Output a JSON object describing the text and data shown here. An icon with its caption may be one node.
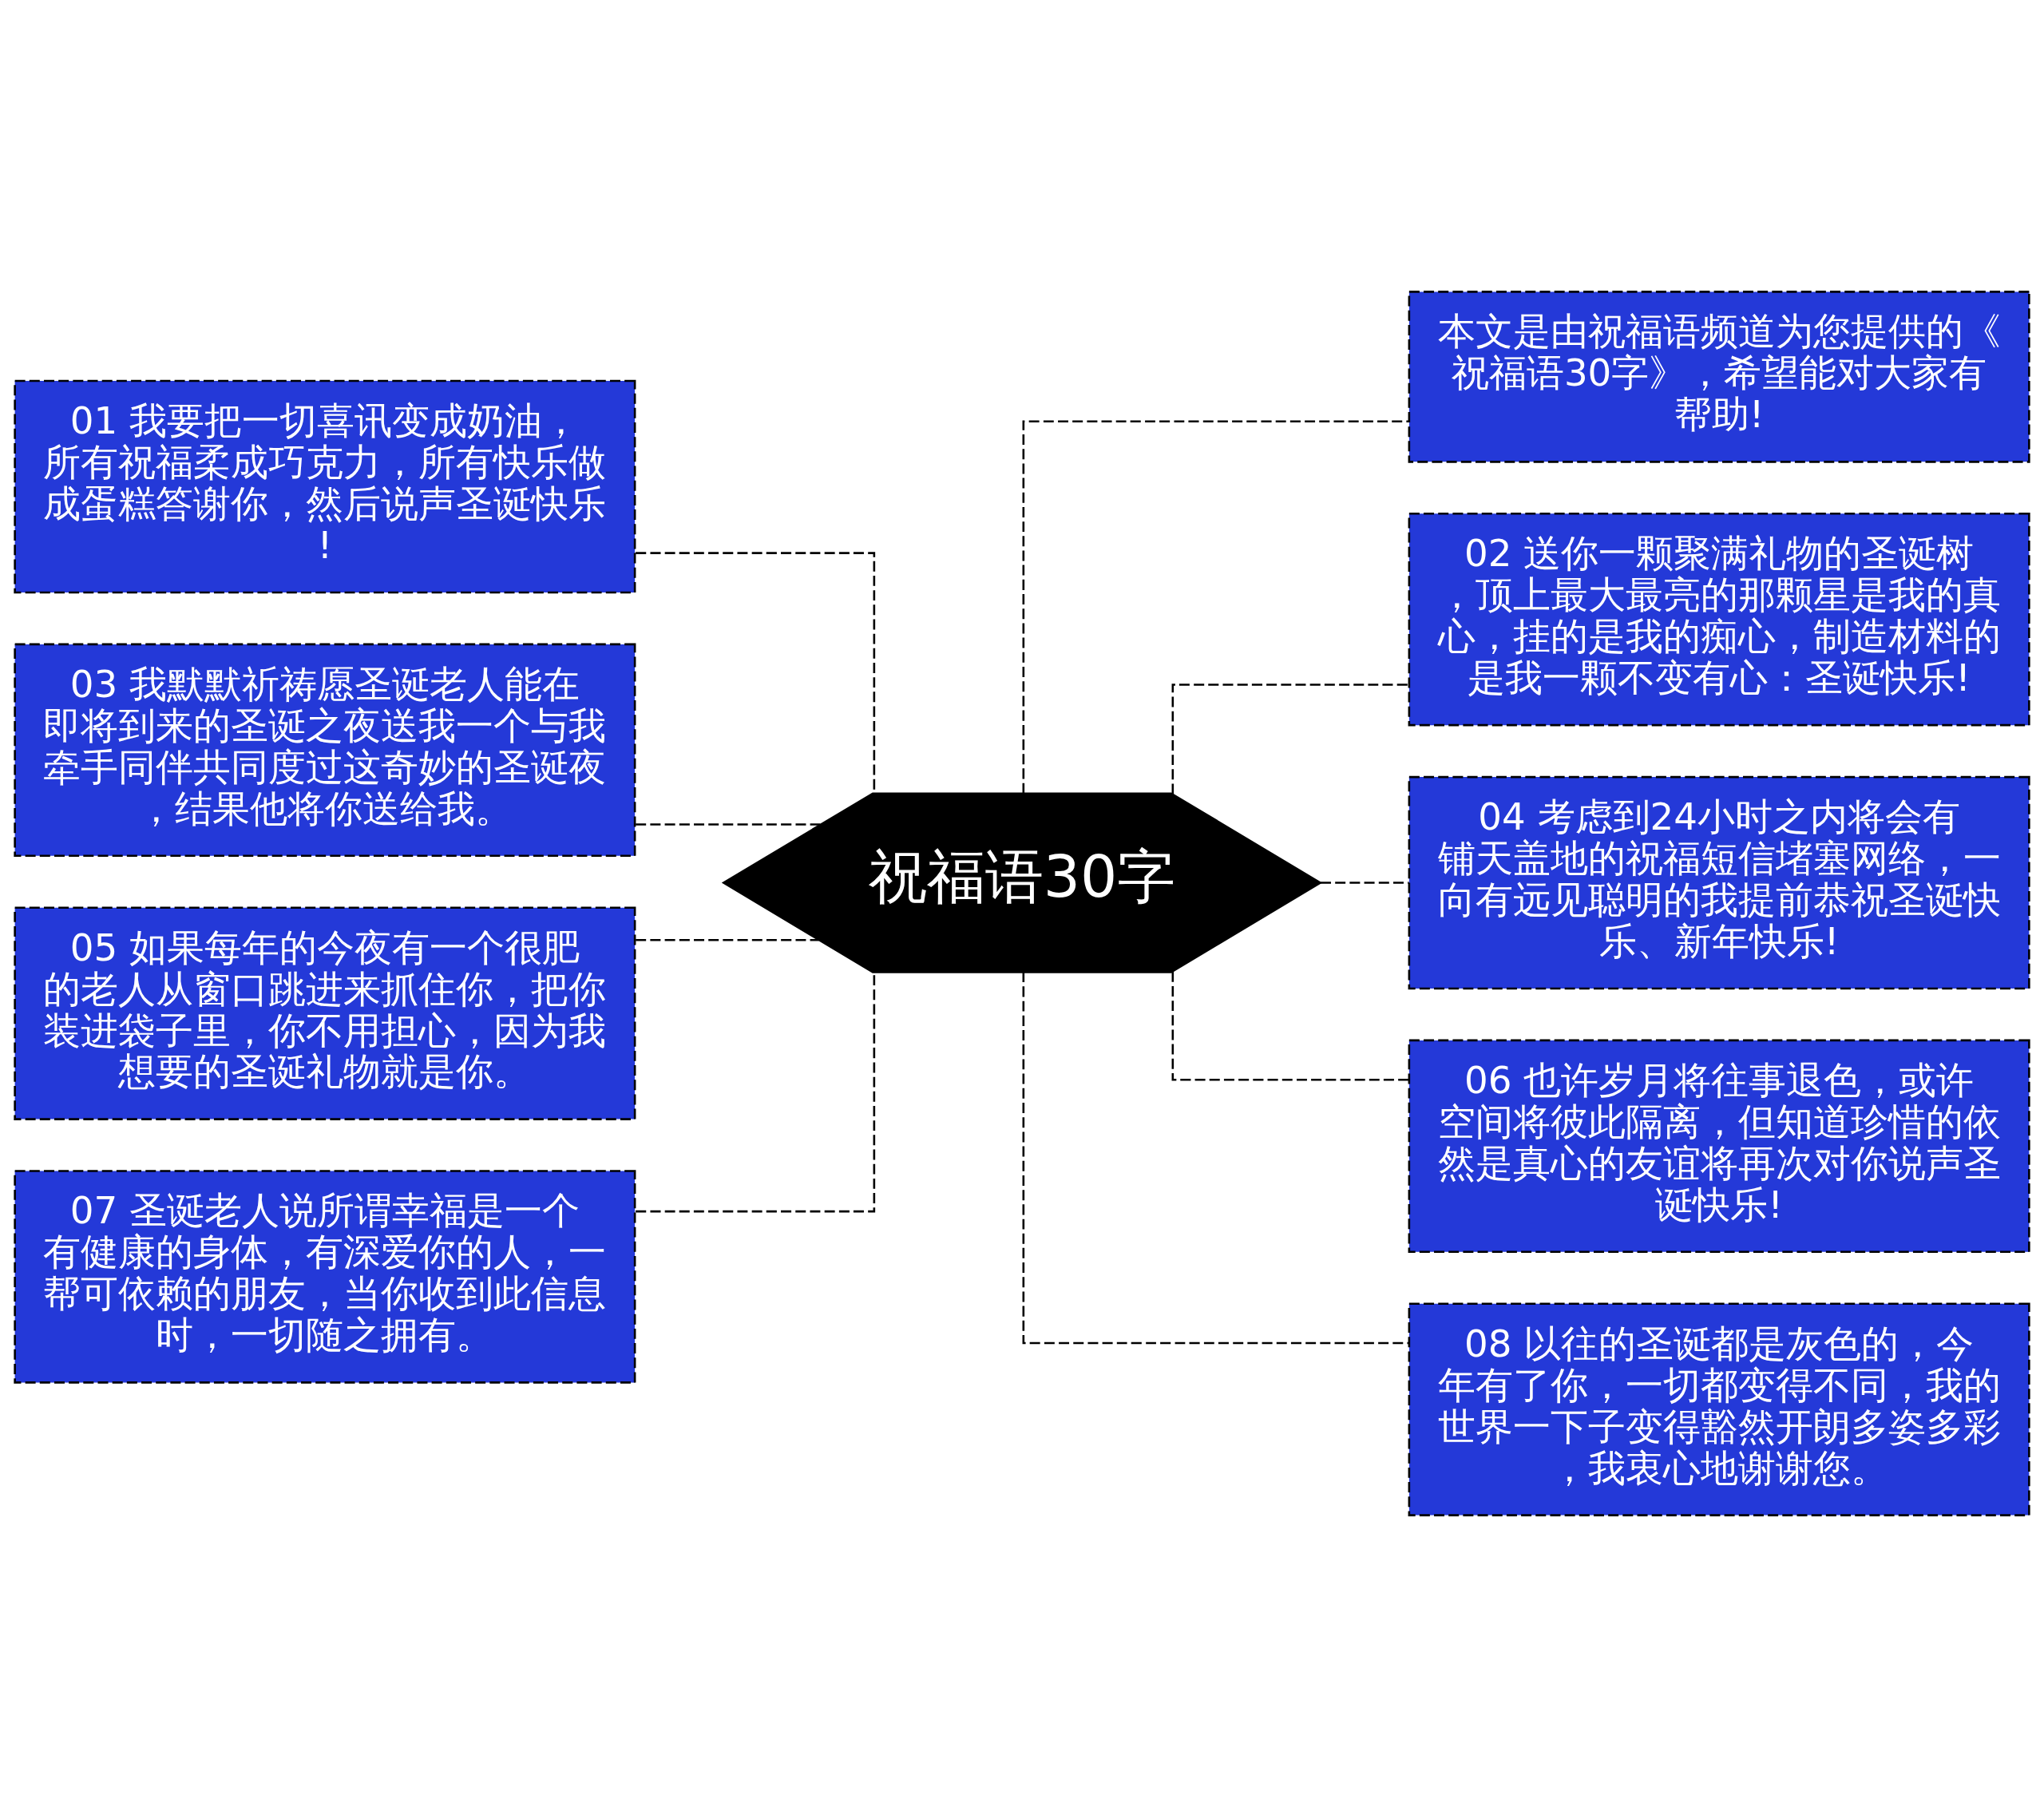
{
  "diagram": {
    "nodes": [
      {
        "text": [
          "祝福语30字"
        ]
      },
      {
        "text": [
          "01 我要把一切喜讯变成奶油，所有祝福柔成巧克力，所有快乐做成蛋糕答谢你，然后说声圣诞快乐!"
        ]
      },
      {
        "text": [
          "03 我默默祈祷愿圣诞老人能在即将到来的圣诞之夜送我一个与我牵手同伴共同度过这奇妙的圣诞夜，结果他将你送给我。"
        ]
      },
      {
        "text": [
          "05 如果每年的今夜有一个很肥的老人从窗口跳进来抓住你，把你装进袋子里，你不用担心，因为我想要的圣诞礼物就是你。"
        ]
      },
      {
        "text": [
          "07 圣诞老人说所谓幸福是一个有健康的身体，有深爱你的人，一帮可依赖的朋友，当你收到此信息时，一切随之拥有。"
        ]
      },
      {
        "text": [
          "本文是由祝福语频道为您提供的《祝福语30字》，希望能对大家有帮助!"
        ]
      },
      {
        "text": [
          "02 送你一颗聚满礼物的圣诞树，顶上最大最亮的那颗星是我的真心，挂的是我的痴心，制造材料的是我一颗不变有心：圣诞快乐!"
        ]
      },
      {
        "text": [
          "04 考虑到24小时之内将会有铺天盖地的祝福短信堵塞网络，一向有远见聪明的我提前恭祝圣诞快乐、新年快乐!"
        ]
      },
      {
        "text": [
          "06 也许岁月将往事退色，或许空间将彼此隔离，但知道珍惜的依然是真心的友谊将再次对你说声圣诞快乐!"
        ]
      },
      {
        "text": [
          "08 以往的圣诞都是灰色的，今年有了你，一切都变得不同，我的世界一下子变得豁然开朗多姿多彩，我衷心地谢谢您。"
        ]
      }
    ],
    "edges": [
      {
        "from": 0,
        "to": 1,
        "arrow": "none",
        "style": "dashed"
      },
      {
        "from": 0,
        "to": 2,
        "arrow": "none",
        "style": "dashed"
      },
      {
        "from": 0,
        "to": 3,
        "arrow": "none",
        "style": "dashed"
      },
      {
        "from": 0,
        "to": 4,
        "arrow": "none",
        "style": "dashed"
      },
      {
        "from": 0,
        "to": 5,
        "arrow": "none",
        "style": "dashed"
      },
      {
        "from": 0,
        "to": 6,
        "arrow": "none",
        "style": "dashed"
      },
      {
        "from": 0,
        "to": 7,
        "arrow": "none",
        "style": "dashed"
      },
      {
        "from": 0,
        "to": 8,
        "arrow": "none",
        "style": "dashed"
      },
      {
        "from": 0,
        "to": 9,
        "arrow": "none",
        "style": "dashed"
      }
    ]
  }
}
